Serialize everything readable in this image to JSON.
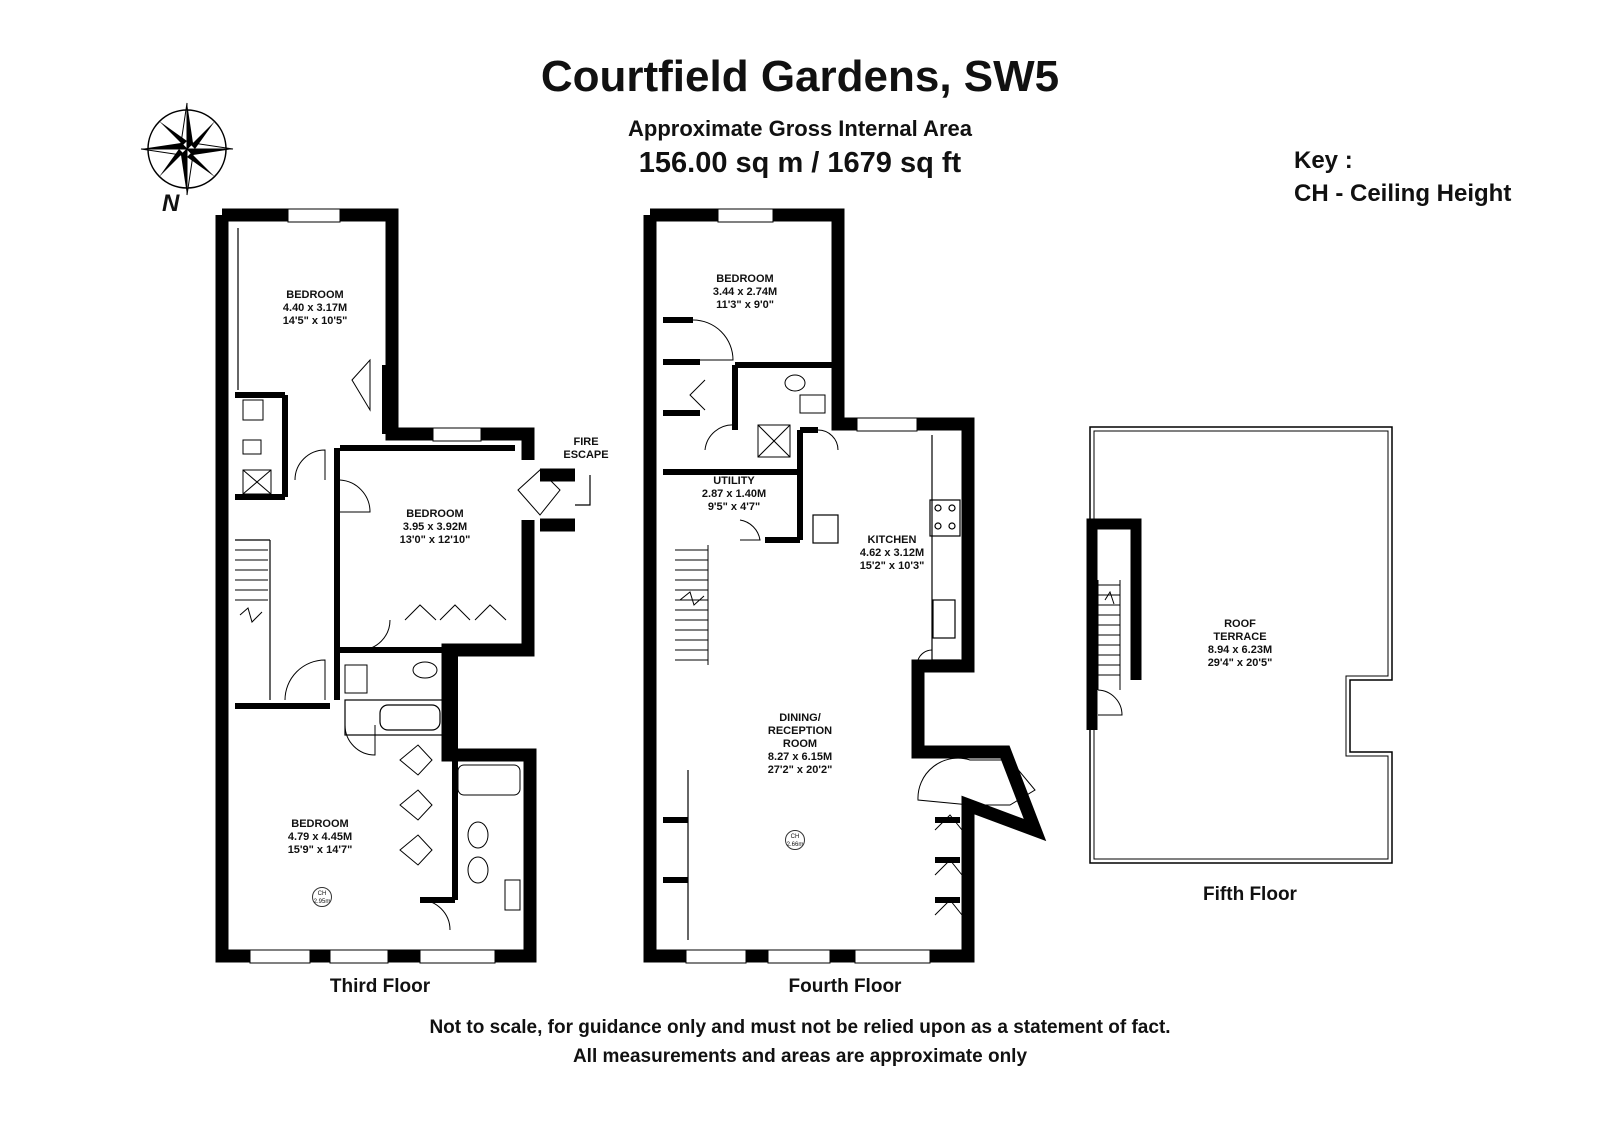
{
  "header": {
    "title": "Courtfield Gardens, SW5",
    "area_label": "Approximate Gross Internal Area",
    "area_value": "156.00 sq m / 1679 sq ft"
  },
  "compass": {
    "north_label": "N"
  },
  "key": {
    "heading": "Key :",
    "entry": "CH - Ceiling Height"
  },
  "floors": {
    "third": {
      "label": "Third Floor",
      "rooms": [
        {
          "name": "BEDROOM",
          "metric": "4.40 x 3.17M",
          "imperial": "14'5\" x 10'5\""
        },
        {
          "name": "BEDROOM",
          "metric": "3.95 x 3.92M",
          "imperial": "13'0\" x 12'10\""
        },
        {
          "name": "BEDROOM",
          "metric": "4.79 x 4.45M",
          "imperial": "15'9\" x 14'7\""
        }
      ],
      "fire_escape": [
        "FIRE",
        "ESCAPE"
      ],
      "ceiling": {
        "label": "CH",
        "value": "2.95m"
      }
    },
    "fourth": {
      "label": "Fourth Floor",
      "rooms": [
        {
          "name": "BEDROOM",
          "metric": "3.44 x 2.74M",
          "imperial": "11'3\" x 9'0\""
        },
        {
          "name": "UTILITY",
          "metric": "2.87 x 1.40M",
          "imperial": "9'5\" x 4'7\""
        },
        {
          "name": "KITCHEN",
          "metric": "4.62 x 3.12M",
          "imperial": "15'2\" x 10'3\""
        },
        {
          "name_line1": "DINING/",
          "name_line2": "RECEPTION",
          "name_line3": "ROOM",
          "metric": "8.27 x 6.15M",
          "imperial": "27'2\" x 20'2\""
        }
      ],
      "ceiling": {
        "label": "CH",
        "value": "2.66m"
      }
    },
    "fifth": {
      "label": "Fifth Floor",
      "rooms": [
        {
          "name_line1": "ROOF",
          "name_line2": "TERRACE",
          "metric": "8.94 x 6.23M",
          "imperial": "29'4\" x 20'5\""
        }
      ]
    }
  },
  "footer": {
    "line1": "Not to scale, for guidance only and must not be relied upon as a statement of fact.",
    "line2": "All measurements and areas are approximate only"
  },
  "colors": {
    "wall": "#000000",
    "background": "#ffffff",
    "text": "#111111"
  }
}
